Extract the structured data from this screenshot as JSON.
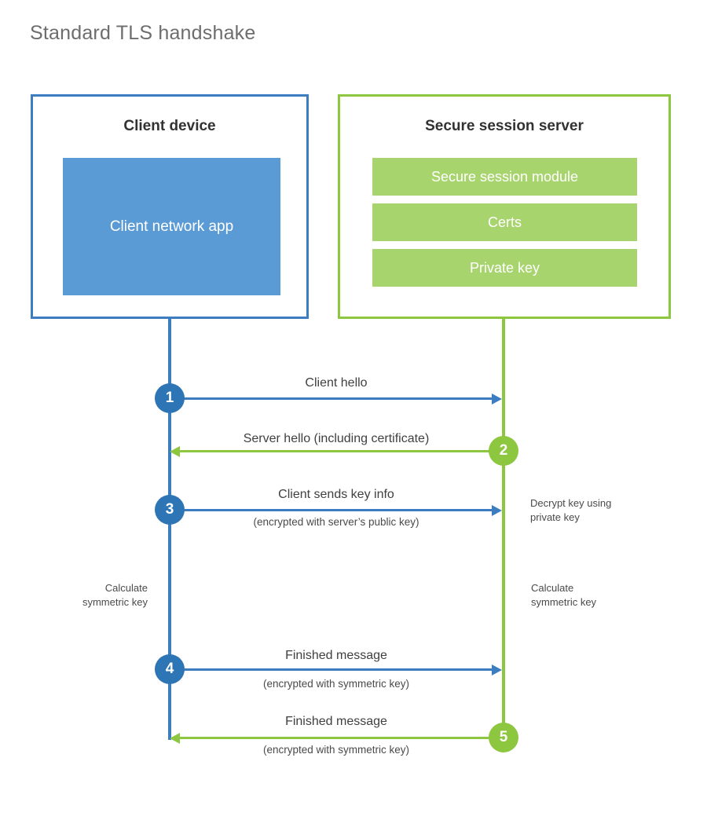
{
  "title": "Standard TLS handshake",
  "colors": {
    "client_border": "#3B7DC0",
    "client_fill": "#5B9BD5",
    "server_border": "#8DC63F",
    "server_fill": "#A8D46E",
    "step_blue": "#2E75B6",
    "step_green": "#8DC63F",
    "title_text": "#6D6D6D"
  },
  "client": {
    "title": "Client device",
    "app_label": "Client network\napp"
  },
  "server": {
    "title": "Secure session server",
    "rows": [
      {
        "label": "Secure session module"
      },
      {
        "label": "Certs"
      },
      {
        "label": "Private key"
      }
    ]
  },
  "steps": [
    {
      "number": "1",
      "direction": "client-to-server",
      "color": "blue",
      "label": "Client hello",
      "sub": ""
    },
    {
      "number": "2",
      "direction": "server-to-client",
      "color": "green",
      "label": "Server hello (including certificate)",
      "sub": ""
    },
    {
      "number": "3",
      "direction": "client-to-server",
      "color": "blue",
      "label": "Client sends key info",
      "sub": "(encrypted with server’s public key)"
    },
    {
      "number": "4",
      "direction": "client-to-server",
      "color": "blue",
      "label": "Finished message",
      "sub": "(encrypted with symmetric key)"
    },
    {
      "number": "5",
      "direction": "server-to-client",
      "color": "green",
      "label": "Finished message",
      "sub": "(encrypted with symmetric key)"
    }
  ],
  "notes": {
    "server_decrypt": "Decrypt key using\nprivate key",
    "client_calculate": "Calculate\nsymmetric key",
    "server_calculate": "Calculate\nsymmetric key"
  }
}
